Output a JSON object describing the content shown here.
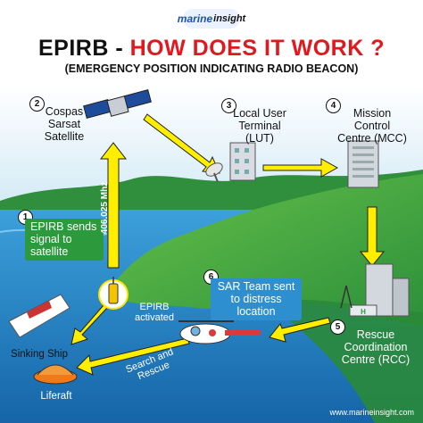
{
  "brand": {
    "logo_main": "marine",
    "logo_sub": "insight",
    "website": "www.marineinsight.com"
  },
  "title": {
    "part1": "EPIRB - ",
    "part2": "HOW DOES IT WORK ?"
  },
  "subtitle": "(EMERGENCY POSITION INDICATING RADIO BEACON)",
  "steps": [
    {
      "number": "1",
      "lines": [
        "EPIRB sends",
        "signal to",
        "satellite"
      ]
    },
    {
      "number": "2",
      "lines": [
        "Cospas",
        "Sarsat",
        "Satellite"
      ]
    },
    {
      "number": "3",
      "lines": [
        "Local User",
        "Terminal",
        "(LUT)"
      ]
    },
    {
      "number": "4",
      "lines": [
        "Mission",
        "Control",
        "Centre (MCC)"
      ]
    },
    {
      "number": "5",
      "lines": [
        "Rescue",
        "Coordination",
        "Centre (RCC)"
      ]
    },
    {
      "number": "6",
      "lines": [
        "SAR Team sent",
        "to distress",
        "location"
      ]
    }
  ],
  "labels": {
    "frequency": "406.025 Mhz",
    "epirb_activated": [
      "EPIRB",
      "activated"
    ],
    "sinking_ship": "Sinking Ship",
    "liferaft": "Liferaft",
    "search_rescue": "Search and Rescue"
  },
  "colors": {
    "title_accent": "#e0191f",
    "arrow": "#ffee00",
    "sea": "#1f86c8",
    "land": "#39a845",
    "sky": "#ffffff"
  }
}
